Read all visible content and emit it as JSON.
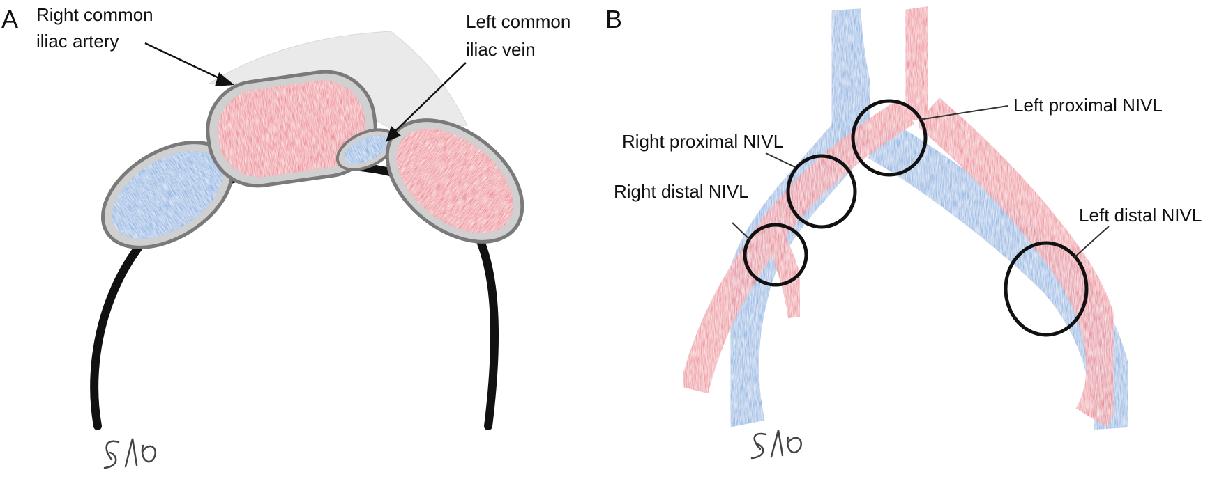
{
  "colors": {
    "vein": "#2b8fd8",
    "vein_dark": "#1f6fb8",
    "artery": "#e8264e",
    "artery_dark": "#c41a3c",
    "ink": "#111111",
    "wall": "#8a8a8a",
    "wall_fill": "#d9d9d9"
  },
  "panel_a": {
    "letter": "A",
    "labels": {
      "right_common_iliac_artery": [
        "Right common",
        "iliac artery"
      ],
      "left_common_iliac_vein": [
        "Left common",
        "iliac vein"
      ]
    },
    "signature": "SAB"
  },
  "panel_b": {
    "letter": "B",
    "labels": {
      "left_proximal": "Left proximal NIVL",
      "right_proximal": "Right proximal NIVL",
      "right_distal": "Right distal NIVL",
      "left_distal": "Left distal NIVL"
    },
    "signature": "SAB"
  }
}
